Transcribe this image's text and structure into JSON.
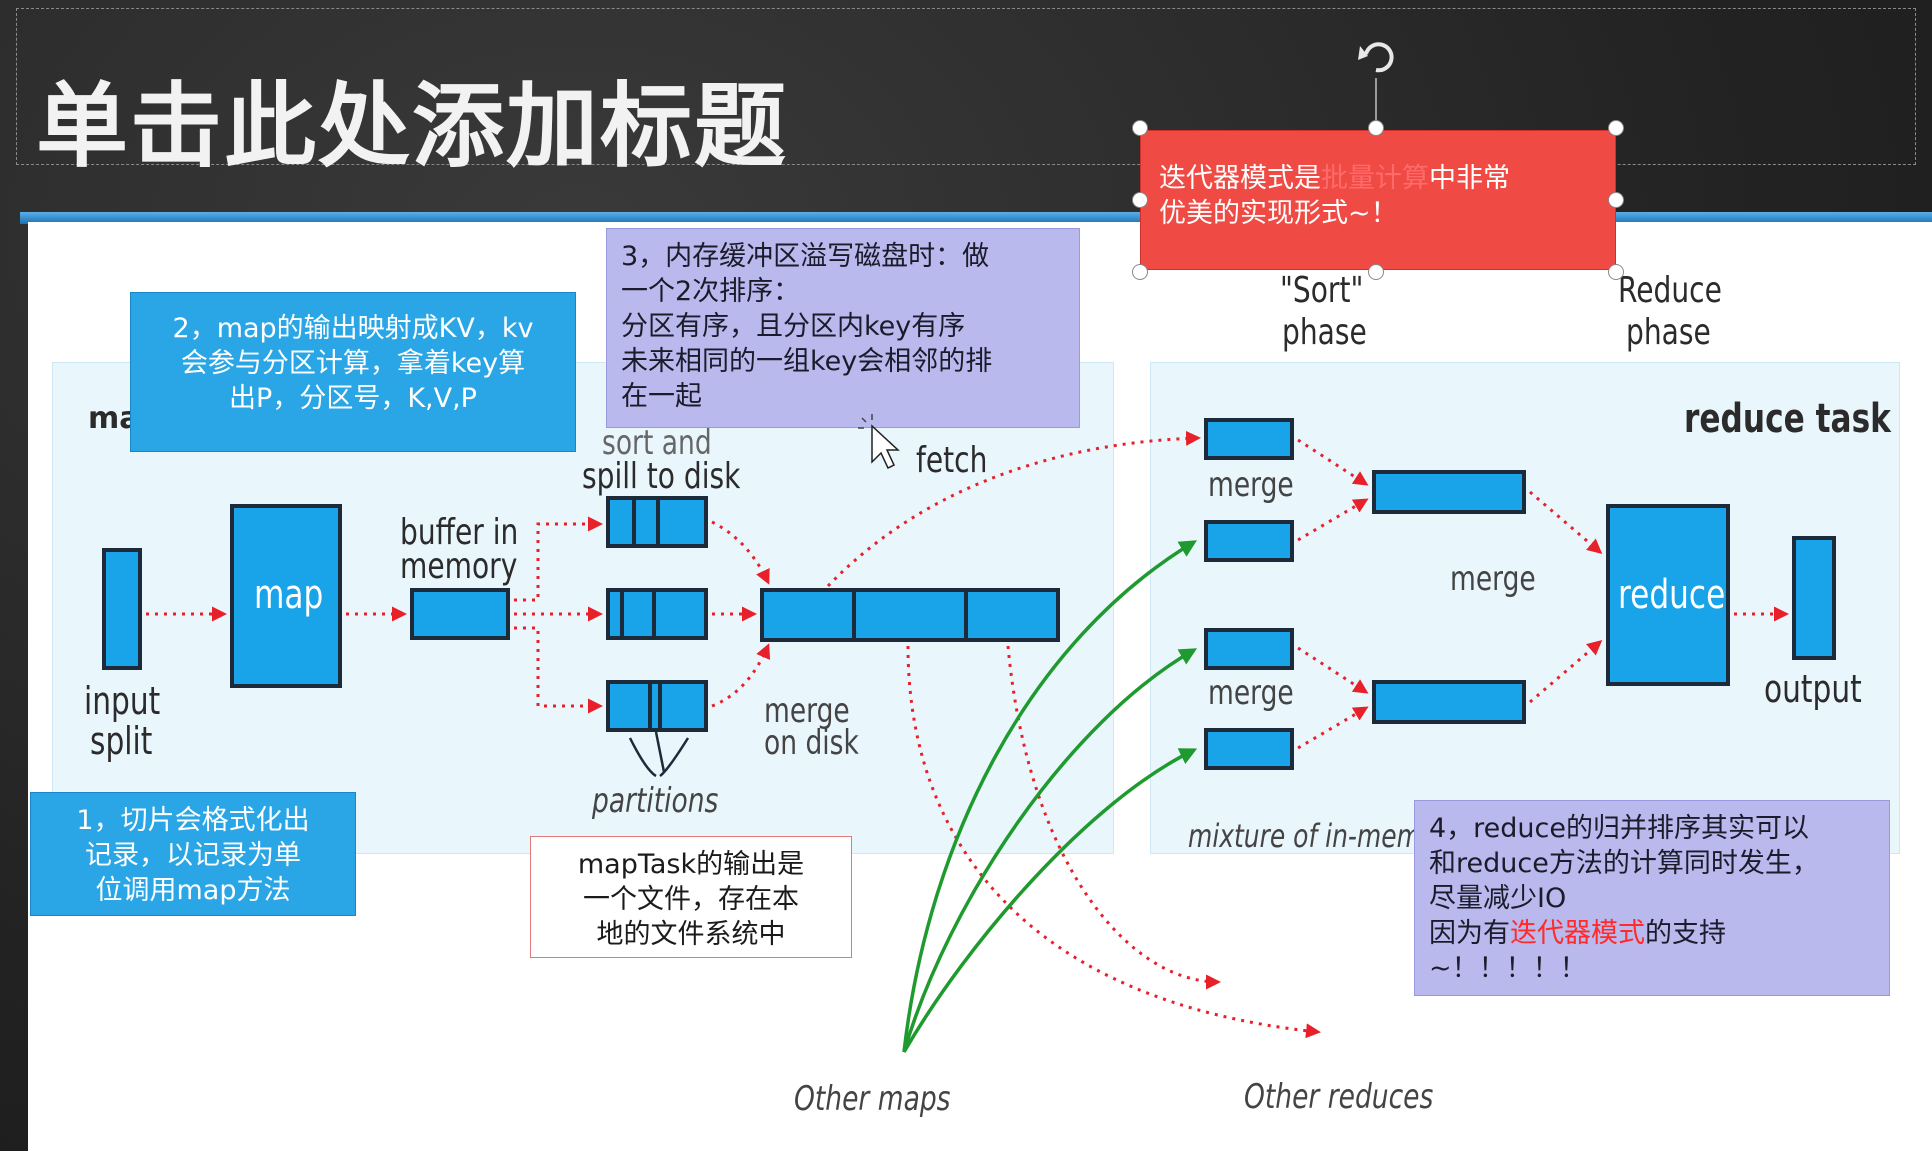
{
  "slide": {
    "title": "单击此处添加标题"
  },
  "diagram": {
    "map_label": "ma",
    "reduce_task_label": "reduce task",
    "input_split": [
      "input",
      "split"
    ],
    "map_box": "map",
    "buffer_label": [
      "buffer in",
      "memory"
    ],
    "sort_spill_label": [
      "sort and",
      "spill to disk"
    ],
    "partitions_label": "partitions",
    "merge_on_disk_label": [
      "merge",
      "on disk"
    ],
    "fetch_label": "fetch",
    "sort_phase_label": [
      "\"Sort\"",
      "phase"
    ],
    "reduce_phase_label": [
      "Reduce",
      "phase"
    ],
    "merge_labels": [
      "merge",
      "merge",
      "merge"
    ],
    "reduce_box": "reduce",
    "output_label": "output",
    "mixture_label": "mixture of in-mem",
    "other_maps_label": "Other maps",
    "other_reduces_label": "Other reduces"
  },
  "notes": {
    "note1": [
      "1，切片会格式化出",
      "记录，以记录为单",
      "位调用map方法"
    ],
    "note2": [
      "2，map的输出映射成KV，kv",
      "会参与分区计算，拿着key算",
      "出P，分区号，K,V,P"
    ],
    "note3": [
      "3，内存缓冲区溢写磁盘时：做",
      "一个2次排序：",
      "分区有序，且分区内key有序",
      "未来相同的一组key会相邻的排",
      "在一起"
    ],
    "note4": {
      "line1": "4，reduce的归并排序其实可以",
      "line2": "和reduce方法的计算同时发生，",
      "line3": "尽量减少IO",
      "line4_prefix": "因为有",
      "line4_highlight": "迭代器模式",
      "line4_suffix": "的支持",
      "line5": "~！！！！！"
    },
    "maptask_note": [
      "mapTask的输出是",
      "一个文件，存在本",
      "地的文件系统中"
    ],
    "iterator_note": {
      "prefix": "迭代器模式是",
      "highlight": "批量计算",
      "suffix": "中非常",
      "line2": "优美的实现形式~！"
    }
  },
  "colors": {
    "box_fill": "#19a4ea",
    "panel": "#e9f6fc",
    "red_arrow": "#e8202a",
    "green_arrow": "#1f9a2e",
    "note_blue": "#2aa6e6",
    "note_purple": "#b9b9ee",
    "note_red": "#ef4a44"
  }
}
